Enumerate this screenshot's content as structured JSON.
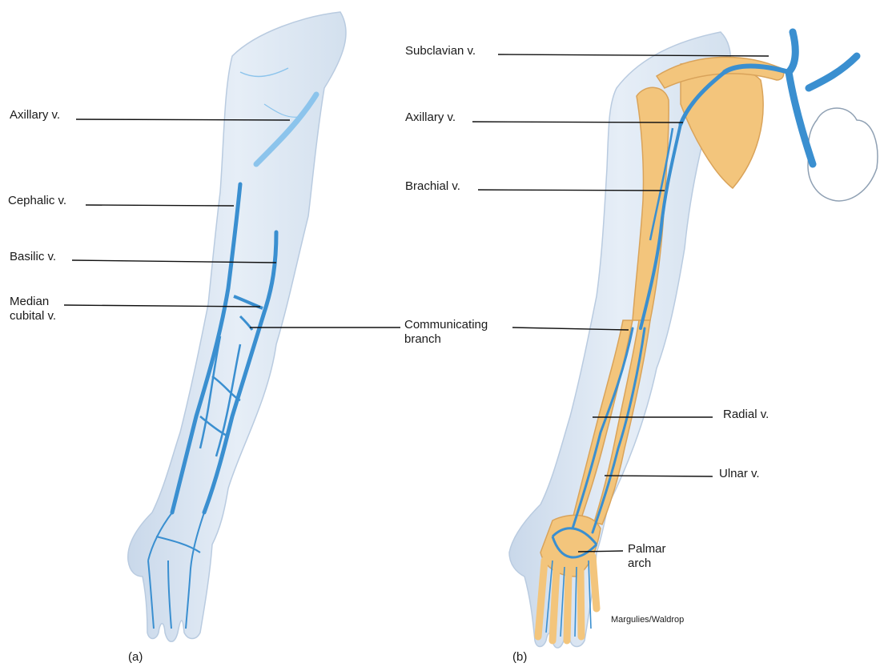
{
  "panel_a": {
    "caption": "(a)",
    "labels": {
      "axillary": "Axillary v.",
      "cephalic": "Cephalic v.",
      "basilic": "Basilic v.",
      "median_cubital_1": "Median",
      "median_cubital_2": "cubital v.",
      "communicating_1": "Communicating",
      "communicating_2": "branch"
    }
  },
  "panel_b": {
    "caption": "(b)",
    "labels": {
      "subclavian": "Subclavian v.",
      "axillary": "Axillary v.",
      "brachial": "Brachial v.",
      "radial": "Radial v.",
      "ulnar": "Ulnar v.",
      "palmar_1": "Palmar",
      "palmar_2": "arch"
    }
  },
  "credit": "Margulies/Waldrop",
  "colors": {
    "vein": "#3a8fd0",
    "vein_light": "#8cc4ec",
    "skin": "#dfe8f3",
    "skin_edge": "#b9cbe0",
    "bone": "#f3c57c",
    "bone_edge": "#d9a35a",
    "leader": "#111111"
  }
}
